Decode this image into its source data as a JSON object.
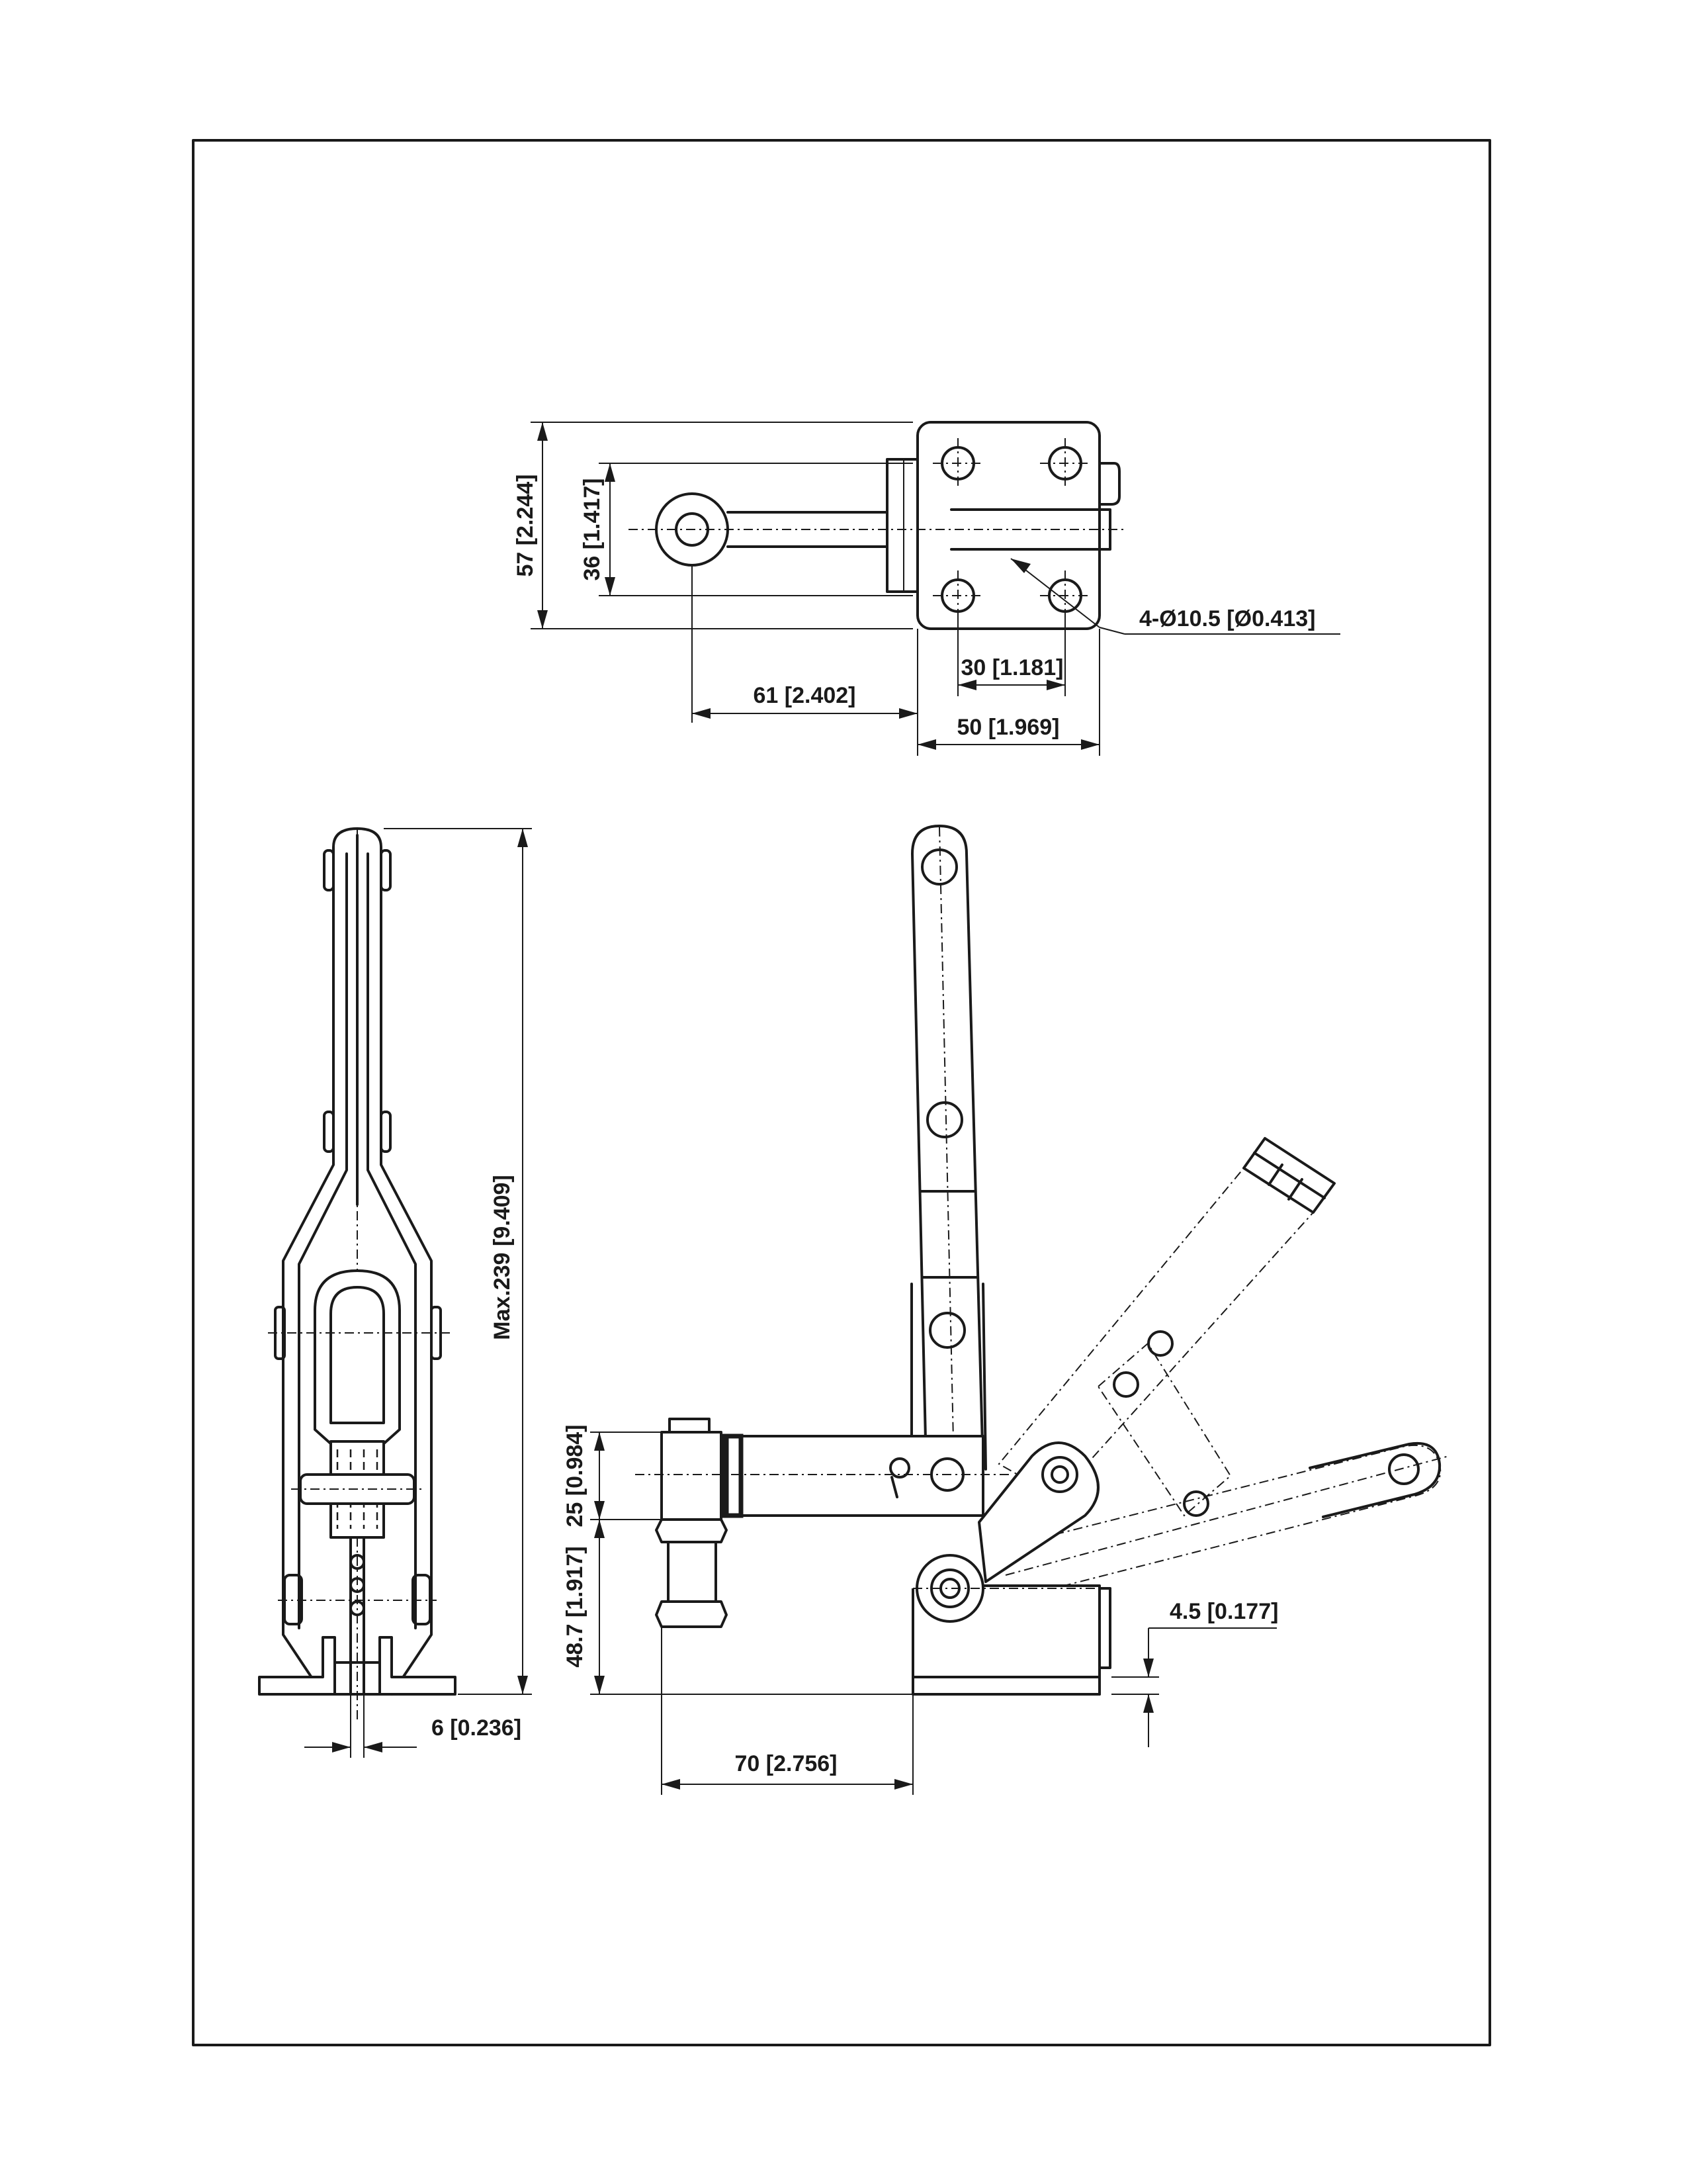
{
  "drawing": {
    "views": {
      "top_view": {
        "dimensions": {
          "overall_height": "57 [2.244]",
          "hole_spacing_vertical": "36 [1.417]",
          "hole_diameter": "4-Ø10.5 [Ø0.413]",
          "hole_spacing_horizontal": "30 [1.181]",
          "spindle_offset": "61 [2.402]",
          "base_width": "50 [1.969]"
        }
      },
      "front_view": {
        "dimensions": {
          "max_height": "Max.239 [9.409]",
          "base_thickness": "6 [0.236]"
        }
      },
      "side_view": {
        "dimensions": {
          "spindle_height": "25 [0.984]",
          "bar_height": "48.7 [1.917]",
          "spindle_reach": "70 [2.756]",
          "base_offset": "4.5 [0.177]"
        }
      }
    }
  }
}
